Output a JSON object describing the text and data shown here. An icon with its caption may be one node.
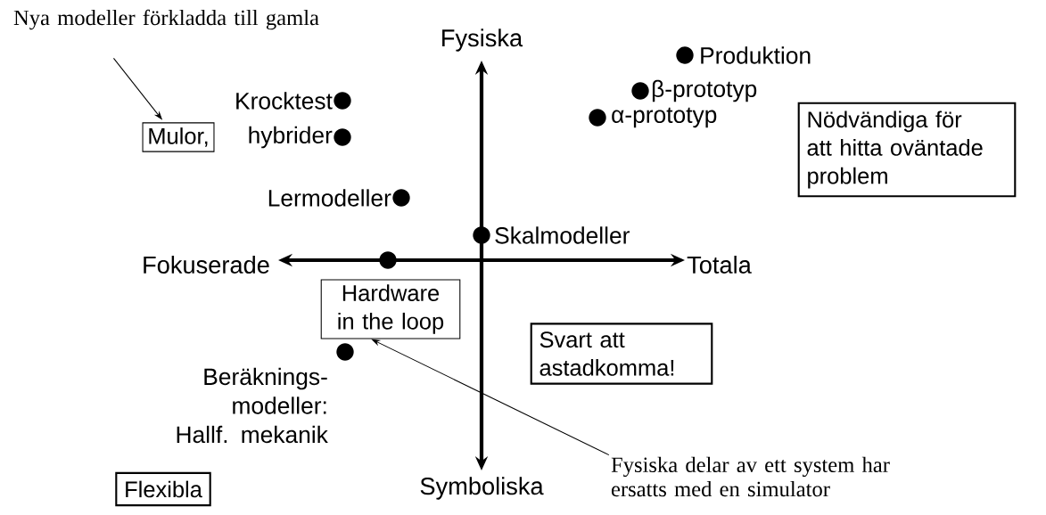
{
  "diagram": {
    "nodes": [
      {
        "text": [
          "Nya modeller förkladda till gamla"
        ]
      },
      {
        "text": [
          "Mulor,"
        ]
      },
      {
        "text": [
          "Nödvändiga för att hitta oväntade problem"
        ]
      },
      {
        "text": [
          "Hardware in the loop"
        ]
      },
      {
        "text": [
          "Svart att astadkomma!"
        ]
      },
      {
        "text": [
          "Fysiska delar av ett system har ersatts med en simulator"
        ]
      },
      {
        "text": [
          "Flexibla"
        ]
      }
    ],
    "edges": [
      {
        "from": 0,
        "to": 1,
        "arrow": "to"
      },
      {
        "from": 5,
        "to": 3,
        "arrow": "to"
      }
    ],
    "labels": [
      "Fysiska",
      "Produktion",
      "Krocktest",
      "β-prototyp",
      "α-prototyp",
      "hybrider",
      "Lermodeller",
      "Skalmodeller",
      "Fokuserade",
      "Totala",
      "Beräknings- modeller: Hallf. mekanik",
      "Symboliska"
    ]
  }
}
